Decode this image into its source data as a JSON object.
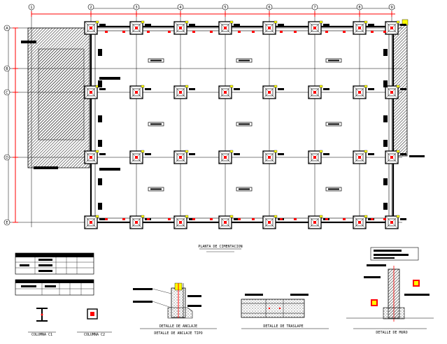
{
  "drawing": {
    "plan_title": "PLANTA DE CIMENTACION",
    "grid_columns": [
      "1",
      "2",
      "3",
      "4",
      "5",
      "6",
      "7",
      "8",
      "9"
    ],
    "grid_rows": [
      "A",
      "B",
      "C",
      "D",
      "E"
    ],
    "details": [
      {
        "id": "detail-1",
        "caption": "COLUMNA C1"
      },
      {
        "id": "detail-2",
        "caption": "COLUMNA C2"
      },
      {
        "id": "detail-3",
        "caption": "DETALLE DE ANCLAJE"
      },
      {
        "id": "detail-4",
        "caption": "DETALLE DE ANCLAJE TIPO"
      },
      {
        "id": "detail-5",
        "caption": "DETALLE DE TRASLAPE"
      },
      {
        "id": "detail-6",
        "caption": "DETALLE DE MURO"
      }
    ],
    "colors": {
      "line": "#000000",
      "accent_red": "#ff0000",
      "accent_yellow": "#ffff00",
      "hatch": "#555555"
    }
  }
}
